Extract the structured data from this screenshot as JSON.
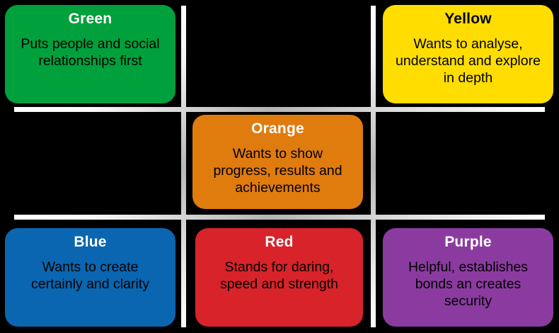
{
  "palette": {
    "background": "#000000",
    "divider_light": "#ffffff",
    "divider_mid": "#b4b4b4",
    "green": "#00a03c",
    "yellow": "#ffdd00",
    "orange": "#e07b0e",
    "blue": "#0a66b0",
    "red": "#d8232a",
    "purple": "#8b3ba0"
  },
  "cards": [
    {
      "id": "green",
      "title": "Green",
      "title_color": "#ffffff",
      "body": "Puts people and social relationships first",
      "fill": "#00a03c",
      "cell": "top-left"
    },
    {
      "id": "yellow",
      "title": "Yellow",
      "title_color": "#000000",
      "body": "Wants to analyse, understand and explore in depth",
      "fill": "#ffdd00",
      "cell": "top-right"
    },
    {
      "id": "orange",
      "title": "Orange",
      "title_color": "#ffffff",
      "body": "Wants to show progress, results and achievements",
      "fill": "#e07b0e",
      "cell": "middle-center"
    },
    {
      "id": "blue",
      "title": "Blue",
      "title_color": "#ffffff",
      "body": "Wants to create certainly and clarity",
      "fill": "#0a66b0",
      "cell": "bottom-left"
    },
    {
      "id": "red",
      "title": "Red",
      "title_color": "#ffffff",
      "body": "Stands for daring, speed and strength",
      "fill": "#d8232a",
      "cell": "bottom-center"
    },
    {
      "id": "purple",
      "title": "Purple",
      "title_color": "#ffffff",
      "body": "Helpful, establishes bonds an creates security",
      "fill": "#8b3ba0",
      "cell": "bottom-right"
    }
  ]
}
